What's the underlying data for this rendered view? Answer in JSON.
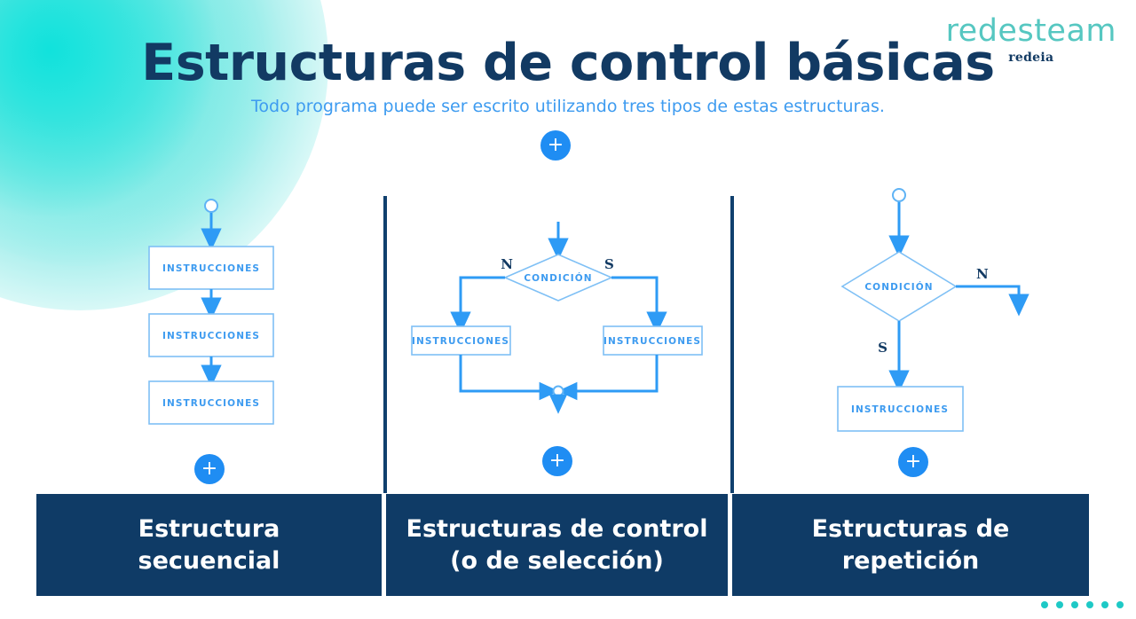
{
  "brand": {
    "name": "redesteam",
    "parent": "redeia",
    "teal": "#56c7c1",
    "navy": "#123a63"
  },
  "header": {
    "title": "Estructuras de control básicas",
    "subtitle": "Todo programa puede ser escrito utilizando tres tipos de estas estructuras.",
    "title_color": "#123a63",
    "subtitle_color": "#3d9bf0"
  },
  "accents": {
    "plus_label": "+",
    "plus_color": "#1f8df3",
    "divider_color": "#10406e",
    "caption_bg": "#0f3b66",
    "flow_line": "#2e9bf5",
    "flow_border": "#7fc0f5",
    "dot_color": "#1ec9c6",
    "dot_count": 6
  },
  "columns": [
    {
      "id": "secuencial",
      "caption_line1": "Estructura",
      "caption_line2": "secuencial",
      "plus_label": "+",
      "flow": {
        "type": "sequential",
        "start_node": "circle",
        "boxes": [
          "INSTRUCCIONES",
          "INSTRUCCIONES",
          "INSTRUCCIONES"
        ]
      }
    },
    {
      "id": "seleccion",
      "caption_line1": "Estructuras de control",
      "caption_line2": "(o de selección)",
      "plus_label": "+",
      "flow": {
        "type": "selection",
        "decision": "CONDICIÓN",
        "branch_left": "N",
        "branch_right": "S",
        "box_left": "INSTRUCCIONES",
        "box_right": "INSTRUCCIONES",
        "merge_node": "circle"
      }
    },
    {
      "id": "repeticion",
      "caption_line1": "Estructuras de",
      "caption_line2": "repetición",
      "plus_label": "+",
      "flow": {
        "type": "repetition",
        "start_node": "circle",
        "decision": "CONDICIÓN",
        "branch_exit": "N",
        "branch_loop": "S",
        "box": "INSTRUCCIONES"
      }
    }
  ]
}
